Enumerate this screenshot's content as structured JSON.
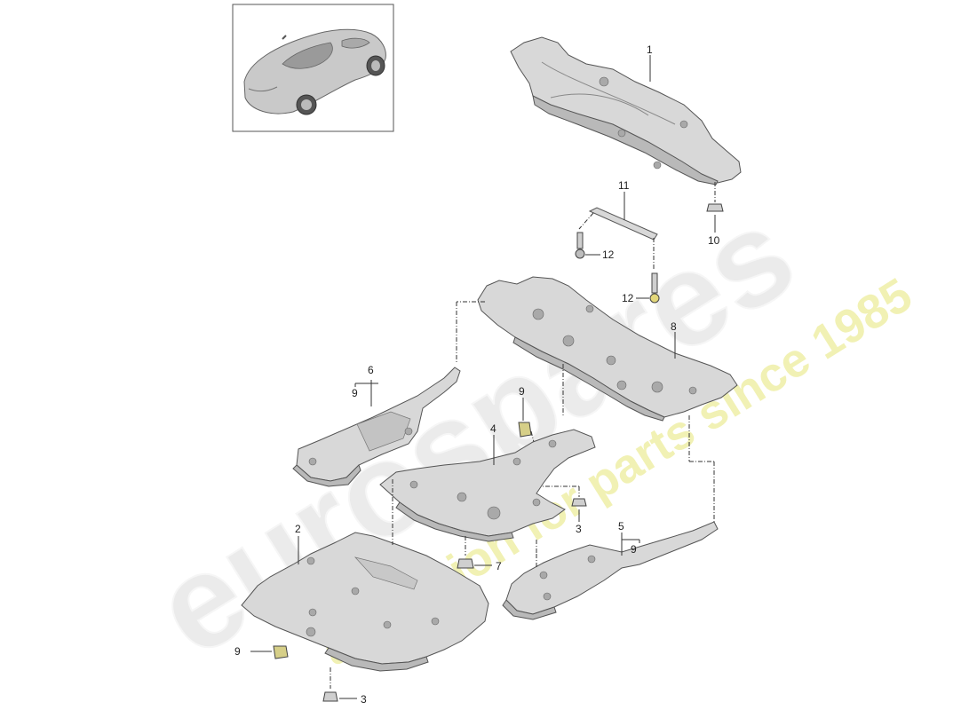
{
  "watermark": {
    "brand": "eurospares",
    "tagline": "a passion for parts since 1985",
    "brand_color": "#e9e9e9",
    "tagline_color": "#efefa8"
  },
  "thumbnail": {
    "icon": "car-thumbnail-icon"
  },
  "callouts": {
    "c1": "1",
    "c2": "2",
    "c3a": "3",
    "c3b": "3",
    "c4": "4",
    "c5": "5",
    "c5_9": "9",
    "c6": "6",
    "c6_9": "9",
    "c7": "7",
    "c8": "8",
    "c9a": "9",
    "c9b": "9",
    "c10": "10",
    "c11": "11",
    "c12a": "12",
    "c12b": "12"
  }
}
